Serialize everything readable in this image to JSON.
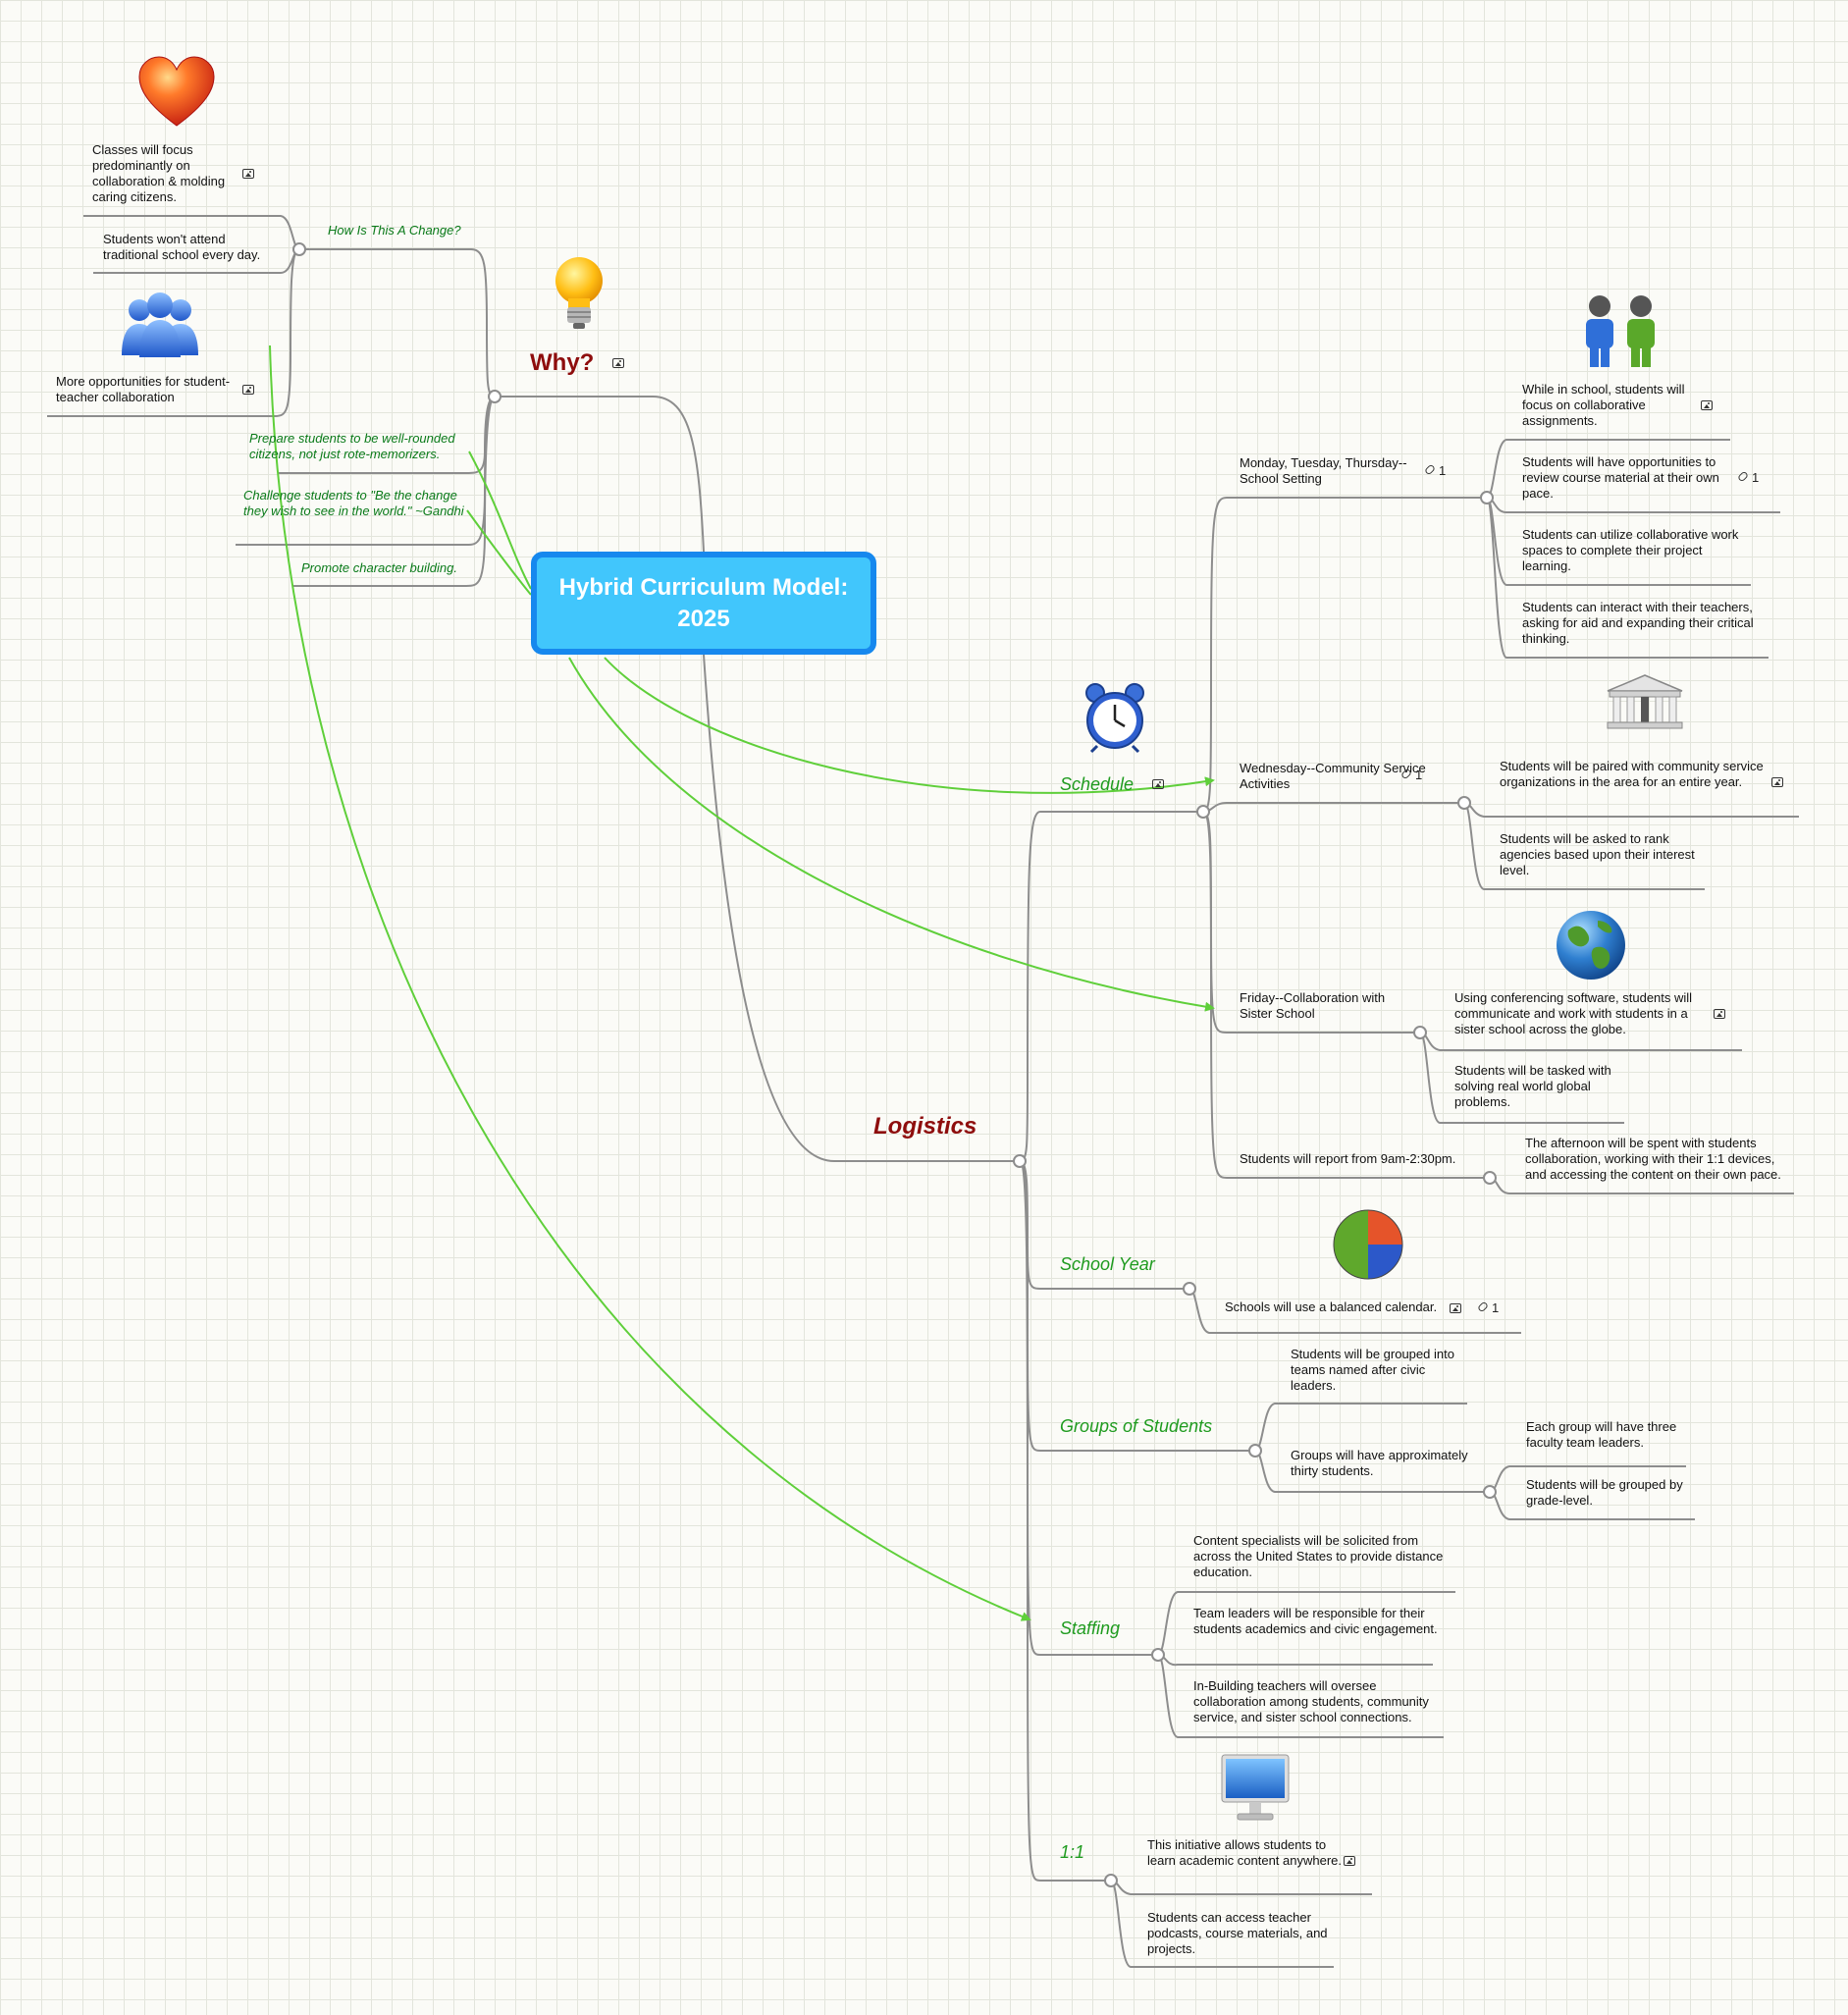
{
  "central": {
    "title": "Hybrid Curriculum Model: 2025"
  },
  "why": {
    "title": "Why?",
    "how_label": "How Is This A Change?",
    "how_items": [
      "Classes will focus predominantly on collaboration & molding caring citizens.",
      "Students won't attend traditional school every day.",
      "More opportunities for student-teacher collaboration"
    ],
    "reasons": [
      "Prepare students to be well-rounded citizens, not just rote-memorizers.",
      "Challenge students to \"Be the change they wish to see in the world.\" ~Gandhi",
      "Promote character building."
    ]
  },
  "logistics": {
    "title": "Logistics",
    "schedule": {
      "label": "Schedule",
      "days": [
        {
          "label": "Monday, Tuesday, Thursday--School Setting",
          "links": "1"
        },
        {
          "label": "Wednesday--Community Service Activities",
          "links": "1"
        },
        {
          "label": "Friday--Collaboration with Sister School"
        },
        {
          "label": "Students will report from 9am-2:30pm."
        }
      ],
      "mtt_items": [
        "While in school, students will focus on collaborative assignments.",
        "Students will have opportunities to review course material at their own pace.",
        "Students can utilize collaborative work spaces to complete their project learning.",
        "Students can interact with their teachers, asking for aid and expanding their critical thinking."
      ],
      "mtt_item_links": "1",
      "wed_items": [
        "Students will be paired with community service organizations in the area for an entire year.",
        "Students will be asked to rank agencies based upon their interest level."
      ],
      "fri_items": [
        "Using conferencing software, students will communicate and work with students in a sister school across the globe.",
        "Students will be tasked with solving real world global problems."
      ],
      "hours_items": [
        "The afternoon will be spent with students collaboration, working with their 1:1 devices, and accessing the content on their own pace."
      ]
    },
    "school_year": {
      "label": "School Year",
      "items": [
        "Schools will use a balanced calendar."
      ],
      "links": "1"
    },
    "groups": {
      "label": "Groups of Students",
      "items": [
        "Students will be grouped into teams named after civic leaders.",
        "Groups will have approximately thirty students."
      ],
      "sub_items": [
        "Each group will have three faculty team leaders.",
        "Students will be grouped by grade-level."
      ]
    },
    "staffing": {
      "label": "Staffing",
      "items": [
        "Content specialists will be solicited from across the United States to provide distance education.",
        "Team leaders will be responsible for their students academics and civic engagement.",
        "In-Building teachers will oversee collaboration among students, community service, and sister school connections."
      ]
    },
    "one_to_one": {
      "label": "1:1",
      "items": [
        "This initiative allows students to learn academic content anywhere.",
        "Students can access teacher podcasts, course materials, and projects."
      ]
    }
  },
  "icons": [
    "heart-icon",
    "people-icon",
    "lightbulb-icon",
    "alarm-clock-icon",
    "two-people-icon",
    "building-icon",
    "globe-icon",
    "pie-chart-icon",
    "monitor-icon",
    "image-icon",
    "link-icon"
  ],
  "colors": {
    "central_fill": "#41c6fc",
    "central_border": "#1688ee",
    "major": "#8e0d0d",
    "sub": "#1f9b1f",
    "relation": "#5fcf3a",
    "branch": "#8a8a8a"
  }
}
